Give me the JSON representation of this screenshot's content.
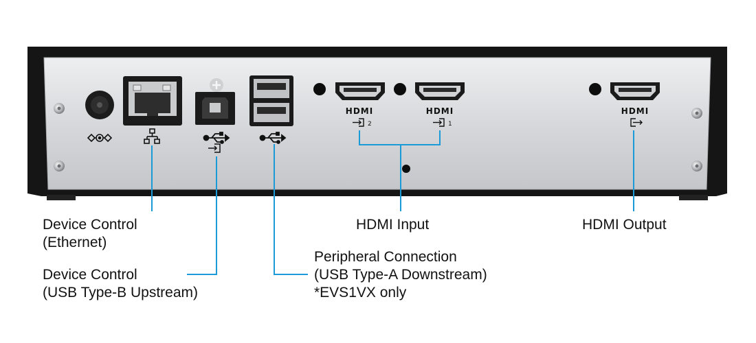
{
  "device": {
    "port_labels": {
      "hdmi_1": "HDMI",
      "hdmi_2": "HDMI",
      "hdmi_out": "HDMI",
      "hdmi_in_2_num": "2",
      "hdmi_in_1_num": "1"
    }
  },
  "callouts": {
    "ethernet": [
      "Device Control",
      "(Ethernet)"
    ],
    "usb_b": [
      "Device Control",
      "(USB Type-B Upstream)"
    ],
    "usb_a": [
      "Peripheral Connection",
      "(USB Type-A Downstream)",
      "*EVS1VX only"
    ],
    "hdmi_input": [
      "HDMI Input"
    ],
    "hdmi_output": [
      "HDMI Output"
    ]
  },
  "colors": {
    "leader_line": "#1a9ad6",
    "panel": "#d9dadd",
    "chassis": "#151515"
  }
}
